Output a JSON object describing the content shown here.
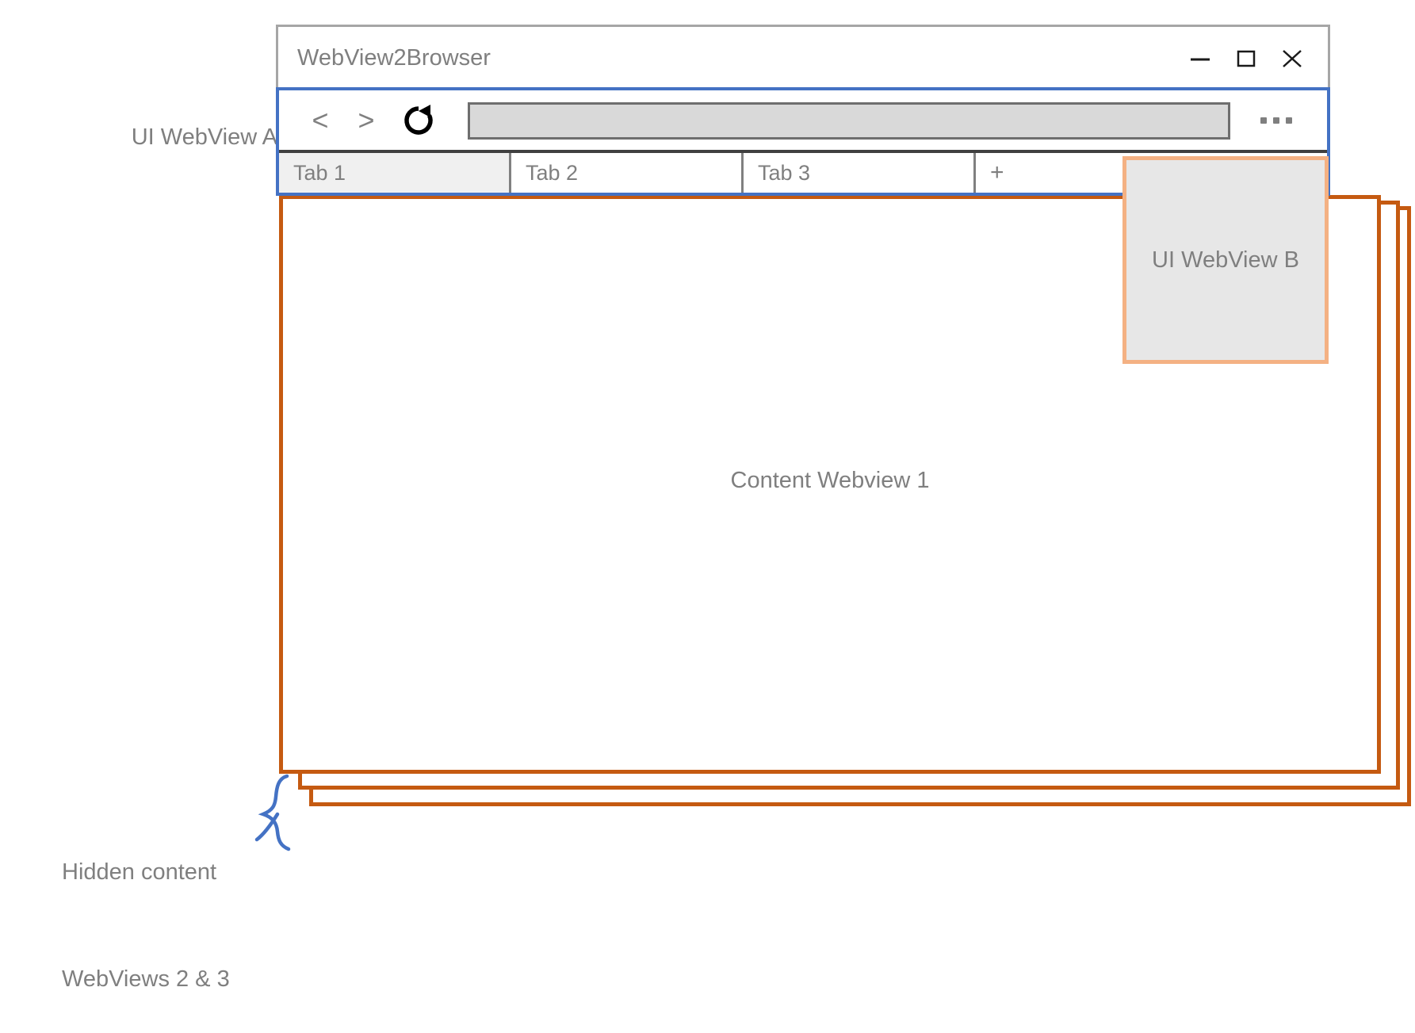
{
  "annotations": {
    "ui_webview_a_label": "UI WebView A",
    "hidden_content_label_line1": "Hidden content",
    "hidden_content_label_line2": "WebViews 2 & 3",
    "brace_icon": "curly-brace-icon"
  },
  "window": {
    "title": "WebView2Browser",
    "controls": {
      "minimize": "minimize-icon",
      "maximize": "maximize-icon",
      "close": "close-icon"
    }
  },
  "toolbar": {
    "back_label": "<",
    "forward_label": ">",
    "reload_label": "reload-icon",
    "address_value": "",
    "address_placeholder": "",
    "menu_label": "ellipsis-icon"
  },
  "tabs": [
    {
      "label": "Tab 1",
      "active": true
    },
    {
      "label": "Tab 2",
      "active": false
    },
    {
      "label": "Tab 3",
      "active": false
    }
  ],
  "new_tab": {
    "label": "+"
  },
  "content_webviews": [
    {
      "label": "Content Webview 1"
    },
    {
      "label": ""
    },
    {
      "label": ""
    }
  ],
  "ui_webview_b": {
    "label": "UI WebView B"
  },
  "colors": {
    "ui_webview_a_border": "#4472c4",
    "ui_webview_b_border": "#f4b183",
    "ui_webview_b_fill": "#e7e7e7",
    "content_webview_border": "#c55a11",
    "window_border": "#a6a6a6",
    "text_gray": "#7f7f7f",
    "address_bar_fill": "#d9d9d9",
    "address_bar_border": "#6e6e6e",
    "tab_active_fill": "#f0f0f0",
    "tab_divider": "#808080",
    "tab_strip_top_rule": "#404040",
    "brace_color": "#4472c4"
  }
}
